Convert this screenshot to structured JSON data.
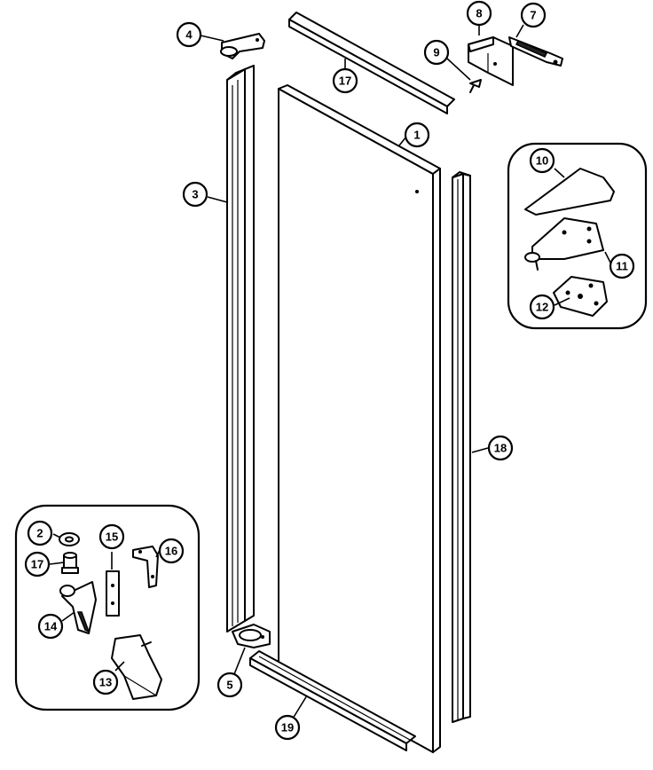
{
  "callouts": {
    "c1": "1",
    "c2": "2",
    "c3": "3",
    "c4": "4",
    "c5": "5",
    "c7": "7",
    "c8": "8",
    "c9": "9",
    "c10": "10",
    "c11": "11",
    "c12": "12",
    "c13": "13",
    "c14": "14",
    "c15": "15",
    "c16": "16",
    "c17_top": "17",
    "c17_inset": "17",
    "c18": "18",
    "c19": "19"
  }
}
